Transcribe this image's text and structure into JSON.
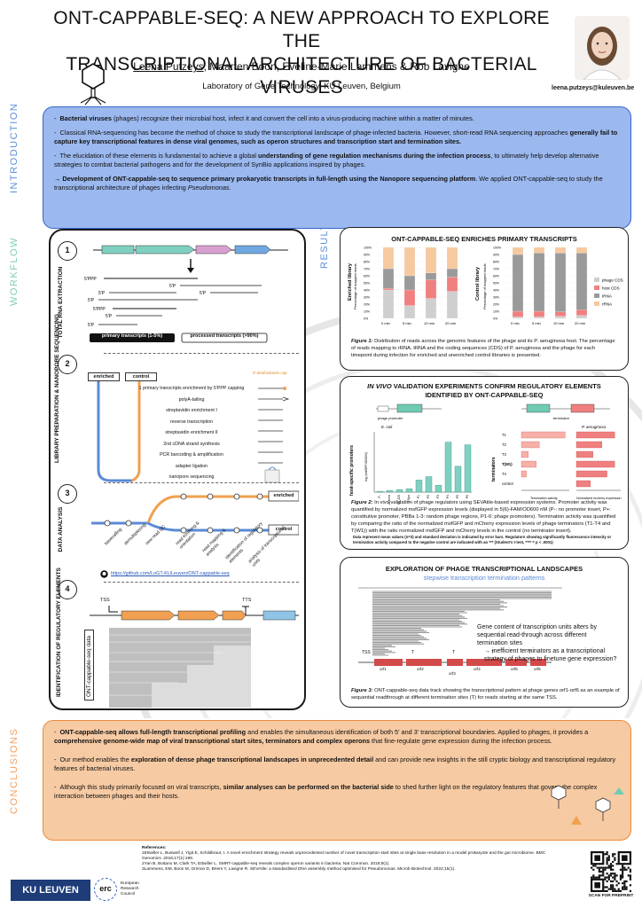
{
  "header": {
    "title_line1": "ONT-CAPPABLE-SEQ: A NEW APPROACH TO EXPLORE THE",
    "title_line2": "TRANSCRIPTIONAL ARCHITECTURE OF BACTERIAL VIRUSES",
    "author_first": "Leena Putzeys",
    "authors_rest": ", Maarten Boon, Eveline-Marie Lammens & Rob Lavigne",
    "affiliation": "Laboratory of Gene Technology, KU Leuven, Belgium",
    "email": "leena.putzeys@kuleuven.be"
  },
  "sections": {
    "introduction": "INTRODUCTION",
    "workflow": "WORKFLOW",
    "results": "RESULTS",
    "conclusions": "CONCLUSIONS"
  },
  "intro": {
    "p1_bold": "Bacterial viruses",
    "p1_rest": " (phages) recognize their microbial host, infect it and convert the cell into a virus-producing machine within a matter of minutes.",
    "p2_a": "Classical RNA-sequencing has become the method of choice to study the transcriptional landscape of phage-infected bacteria. However, short-read RNA sequencing approaches ",
    "p2_bold": "generally fail to capture key transcriptional features in dense viral genomes, such as operon structures and transcription start and termination sites.",
    "p3_a": "The elucidation of these elements is fundamental to achieve a global ",
    "p3_bold": "understanding of gene regulation mechanisms during the infection process",
    "p3_b": ", to ultimately help develop alternative strategies to combat bacterial pathogens and for the development of SynBio applications inspired by phages.",
    "p4_bold": "→ Development of ONT-cappable-seq to sequence primary prokaryotic transcripts in full-length using the Nanopore sequencing platform",
    "p4_rest": ". We applied ONT-cappable-seq to study the transcriptional architecture of phages infecting ",
    "p4_italic": "Pseudomonas."
  },
  "workflow": {
    "steps": [
      "1",
      "2",
      "3",
      "4"
    ],
    "labels": [
      "TOTAL RNA EXTRACTION",
      "LIBRARY PREPARATION & NANOPORE SEQUENCING",
      "DATA ANALYSIS",
      "IDENTIFICATION OF REGULATORY ELEMENTS"
    ],
    "five_ppp": "5'PPP",
    "five_p": "5'P",
    "primary_label": "primary transcripts (1-5%)",
    "processed_label": "processed transcripts (>90%)",
    "enriched": "enriched",
    "control": "control",
    "prep_steps": [
      "1 primary transcripts enrichment by 5'PPP capping",
      "polyA-tailing",
      "streptavidin enrichment I",
      "reverse transcription",
      "streptavidin enrichment II",
      "2nd cDNA strand synthesis",
      "PCR barcoding & amplification",
      "adapter ligation",
      "nanopore sequencing"
    ],
    "biotin_note": "3'-desthiobiotin cap",
    "analysis_steps": [
      "basecalling",
      "demultiplexing",
      "read trimming & orientation",
      "read mapping & analysis",
      "identification of regulatory elements",
      "analysis of transcriptional units"
    ],
    "new_read": "new read QC",
    "github": "https://github.com/LoGT-KULeuven/ONT-cappable-seq",
    "tss": "TSS",
    "tts": "TTS",
    "track_label": "ONT-cappable-seq data"
  },
  "fig1": {
    "title": "ONT-CAPPABLE-SEQ ENRICHES PRIMARY TRANSCRIPTS",
    "panel_left": "Enriched library",
    "panel_right": "Control library",
    "ylabel": "Percentage of mapped reads",
    "yticks": [
      "100%",
      "90%",
      "80%",
      "70%",
      "60%",
      "50%",
      "40%",
      "30%",
      "20%",
      "10%",
      "0%"
    ],
    "legend": [
      {
        "name": "phage CDS",
        "color": "#cfcfcf"
      },
      {
        "name": "host CDS",
        "color": "#f08080"
      },
      {
        "name": "tRNA",
        "color": "#9a9a9a"
      },
      {
        "name": "rRNA",
        "color": "#f6c9a0"
      }
    ],
    "caption_label": "Figure 1:",
    "caption": " Distribution of reads across the genomic features of the phage and its P. aeruginosa host. The percentage of reads mapping to rRNA, tRNA and the coding sequences (CDS) of P. aeruginosa and the phage for each timepoint during infection for enriched and unenriched control libraries is presented."
  },
  "chart_data": [
    {
      "type": "bar",
      "title": "",
      "categories": [
        "0 min",
        "5 min",
        "10 min",
        "20 min"
      ],
      "series": [
        {
          "name": "phage CDS",
          "values": [
            40,
            18,
            28,
            38
          ]
        },
        {
          "name": "host CDS",
          "values": [
            2,
            22,
            26,
            20
          ]
        },
        {
          "name": "tRNA",
          "values": [
            28,
            20,
            10,
            12
          ]
        },
        {
          "name": "rRNA",
          "values": [
            30,
            40,
            36,
            30
          ]
        }
      ],
      "ylabel": "Percentage of mapped reads",
      "ylim": [
        0,
        100
      ]
    },
    {
      "type": "bar",
      "title": "",
      "categories": [
        "0 min",
        "5 min",
        "10 min",
        "20 min"
      ],
      "series": [
        {
          "name": "phage CDS",
          "values": [
            2,
            2,
            3,
            4
          ]
        },
        {
          "name": "host CDS",
          "values": [
            8,
            8,
            6,
            8
          ]
        },
        {
          "name": "tRNA",
          "values": [
            80,
            82,
            83,
            80
          ]
        },
        {
          "name": "rRNA",
          "values": [
            10,
            8,
            8,
            8
          ]
        }
      ],
      "ylabel": "Percentage of mapped reads",
      "ylim": [
        0,
        100
      ]
    },
    {
      "type": "bar",
      "title": "E. coli",
      "categories": [
        "P-",
        "Pbacteria",
        "PBBa_J23",
        "PSyn",
        "P1",
        "P2",
        "P3",
        "P4",
        "P5",
        "P6"
      ],
      "values": [
        1,
        2,
        3,
        4,
        14,
        18,
        8,
        58,
        30,
        55
      ],
      "ylabel": "log (msfGFP/OD600)"
    }
  ],
  "fig2": {
    "title_italic": "IN VIVO",
    "title_rest": " VALIDATION EXPERIMENTS CONFIRM REGULATORY ELEMENTS",
    "title_line2": "IDENTIFIED BY ONT-CAPPABLE-SEQ",
    "promoters_label": "host-specific promoters",
    "terminators_label": "terminators",
    "ecoli": "E. coli",
    "paeru": "P. aeruginosa",
    "term_rows": [
      "T1",
      "T2",
      "T3",
      "T(W1)",
      "T4",
      "control"
    ],
    "xlabel1": "Termination activity",
    "xlabel2": "Normalized mcherry expression",
    "phage_promoter": "phage promoter",
    "terminator": "terminator",
    "caption_label": "Figure 2:",
    "caption": " In vivo validation of phage regulators using SEVAtile-based expression systems. Promoter activity was quantified by normalized msfGFP expression levels (displayed in 5(6)-FAM/OD600 nM (P-: no promoter insert, P+: constitutive promoter, PBBa 1-3: random phage regions, P1-6: phage promoters). Termination activity was quantified by comparing the ratio of the normalized msfGFP and mCherry expression levels of phage terminators (T1-T4 and T(W1)) with the ratio normalized msfGFP and mCherry levels in the control (no terminator insert).",
    "caption2": "Data represent mean values (n=3) and standard deviation is indicated by error bars. Regulators showing significantly fluorescence intensity or termination activity compared to the negative control are indicated with an *** (Student's t-test, **** = p < .0001)"
  },
  "fig3": {
    "title": "EXPLORATION OF PHAGE TRANSCRIPTIONAL LANDSCAPES",
    "subtitle": "stepwise transcription termination patterns",
    "text1": "Gene content of transcription units alters by sequential read-through across different termination sites",
    "text2": "→ inefficient terminators as a transcriptional strategy of phages to finetune gene expression?",
    "tss": "TSS",
    "t": "T",
    "orfs": [
      "orf1",
      "orf2",
      "orf3",
      "orf4",
      "orf5",
      "orf6"
    ],
    "caption_label": "Figure 3:",
    "caption": " ONT-cappable-seq data track showing the transcriptional pattern at phage genes orf1-orf6 as an example of sequential readthrough at different termination sites (T) for reads starting at the same TSS."
  },
  "conclusions": {
    "c1_bold": "ONT-cappable-seq allows full-length transcriptional profiling",
    "c1_a": " and enables the simultaneous identification of both 5' and 3' transcriptional boundaries. Applied to phages, it provides a ",
    "c1_bold2": "comprehensive genome-wide map of viral transcriptional start sites, terminators and complex operons",
    "c1_b": " that fine-regulate gene expression during the infection process.",
    "c2_a": "Our method enables the ",
    "c2_bold": "exploration of dense phage transcriptional landscapes in unprecedented detail",
    "c2_b": " and can provide new insights in the still cryptic biology and transcriptional regulatory features of bacterial viruses.",
    "c3_a": "Although this study primarily focused on viral transcripts, ",
    "c3_bold": "similar analyses can be performed on the bacterial side",
    "c3_b": " to shed further light on the regulatory features that govern the complex interaction between phages and their hosts."
  },
  "footer": {
    "ku_leuven": "KU LEUVEN",
    "erc": "erc",
    "erc_text": "European Research Council",
    "references_title": "References:",
    "ref1": "1Ettwiller L, Buswell J, Yigit E, Schildkraut, I. A novel enrichment strategy reveals unprecedented number of novel transcription start sites at single base resolution in a model prokaryote and the gut microbiome. BMC Genomics. 2016;17(1):199.",
    "ref2": "2Yan B, Boitano M, Clark TA, Ettwiller L. SMRT-cappable-seq reveals complex operon variants in bacteria. Nat Commun. 2018;9(1).",
    "ref3": "3Lammens, EM, Boon M, Grimon D, Briers Y, Lavigne R. SEVAtile: a standardised DNA assembly method optimised for Pseudomonas. Microb Biotechnol. 2022;15(1).",
    "scan": "SCAN FOR PREPRINT"
  },
  "colors": {
    "intro_bg": "#9bb8ef",
    "intro_border": "#3566c6",
    "conc_bg": "#f6caa3",
    "conc_border": "#ee8a3b",
    "ku_blue": "#1d3c78",
    "teal": "#6fcbb3",
    "orange": "#f0a050",
    "blue_track": "#5a8ad6"
  }
}
